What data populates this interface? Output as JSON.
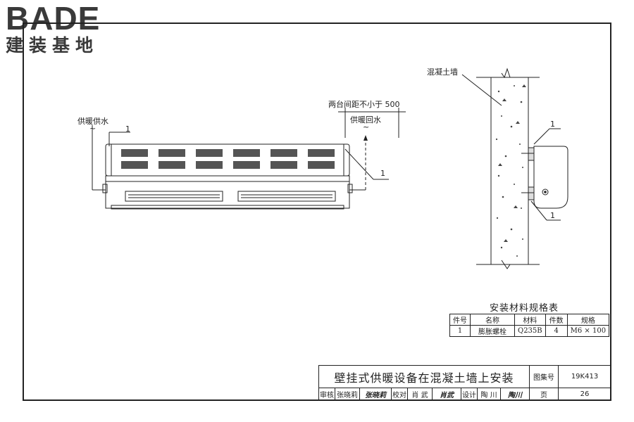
{
  "logo": {
    "en": "BADE",
    "cn": "建装基地"
  },
  "front_view": {
    "supply_label": "供暖供水",
    "return_label": "供暖回水",
    "spacing_label": "两台间距不小于 500",
    "callout_1": "1",
    "callout_2": "1"
  },
  "side_view": {
    "wall_label": "混凝土墙",
    "callout_top": "1",
    "callout_bottom": "1"
  },
  "spec_table": {
    "title": "安装材料规格表",
    "headers": [
      "件号",
      "名称",
      "材料",
      "件数",
      "规格"
    ],
    "rows": [
      [
        "1",
        "膨胀螺栓",
        "Q235B",
        "4",
        "M6 × 100"
      ]
    ]
  },
  "title_block": {
    "title": "壁挂式供暖设备在混凝土墙上安装",
    "atlas_label": "图集号",
    "atlas_no": "19K413",
    "page_label": "页",
    "page_no": "26",
    "review_label": "审核",
    "reviewer": "张晓莉",
    "reviewer_sig": "张晓莉",
    "check_label": "校对",
    "checker": "肖 武",
    "checker_sig": "肖武",
    "design_label": "设计",
    "designer": "陶 川",
    "designer_sig": "陶川"
  }
}
